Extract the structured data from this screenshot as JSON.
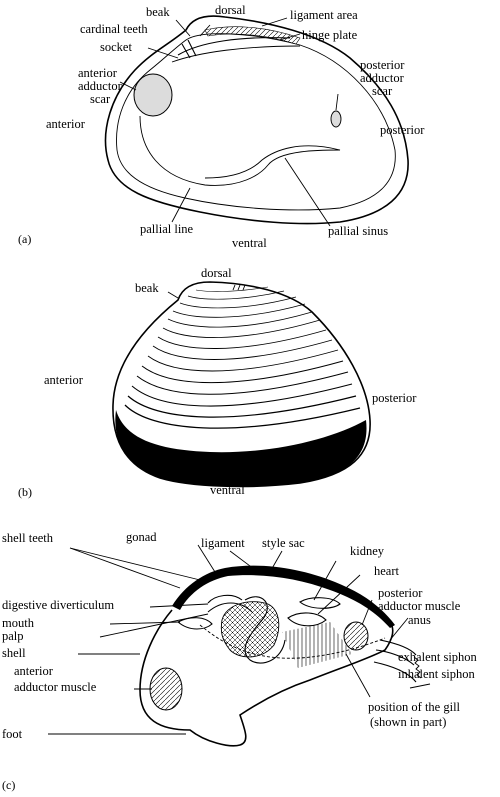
{
  "panels": {
    "a": {
      "tag": "(a)",
      "labels": {
        "beak": "beak",
        "dorsal": "dorsal",
        "ligament_area": "ligament area",
        "cardinal_teeth": "cardinal teeth",
        "hinge_plate": "hinge plate",
        "socket": "socket",
        "anterior_adductor_scar_1": "anterior",
        "anterior_adductor_scar_2": "adductor",
        "anterior_adductor_scar_3": "scar",
        "posterior_adductor_scar_1": "posterior",
        "posterior_adductor_scar_2": "adductor",
        "posterior_adductor_scar_3": "scar",
        "anterior": "anterior",
        "posterior": "posterior",
        "pallial_line": "pallial line",
        "pallial_sinus": "pallial sinus",
        "ventral": "ventral"
      }
    },
    "b": {
      "tag": "(b)",
      "labels": {
        "dorsal": "dorsal",
        "beak": "beak",
        "anterior": "anterior",
        "posterior": "posterior",
        "ventral": "ventral"
      }
    },
    "c": {
      "tag": "(c)",
      "labels": {
        "shell_teeth": "shell teeth",
        "gonad": "gonad",
        "ligament": "ligament",
        "style_sac": "style sac",
        "kidney": "kidney",
        "heart": "heart",
        "posterior_adductor_muscle_1": "posterior",
        "posterior_adductor_muscle_2": "adductor muscle",
        "anus": "anus",
        "digestive_diverticulum": "digestive diverticulum",
        "mouth": "mouth",
        "palp": "palp",
        "shell": "shell",
        "anterior_adductor_muscle_1": "anterior",
        "anterior_adductor_muscle_2": "adductor muscle",
        "exhalent_siphon": "exhalent siphon",
        "inhalent_siphon": "inhalent siphon",
        "gill_1": "position of the gill",
        "gill_2": "(shown in part)",
        "foot": "foot"
      }
    }
  }
}
